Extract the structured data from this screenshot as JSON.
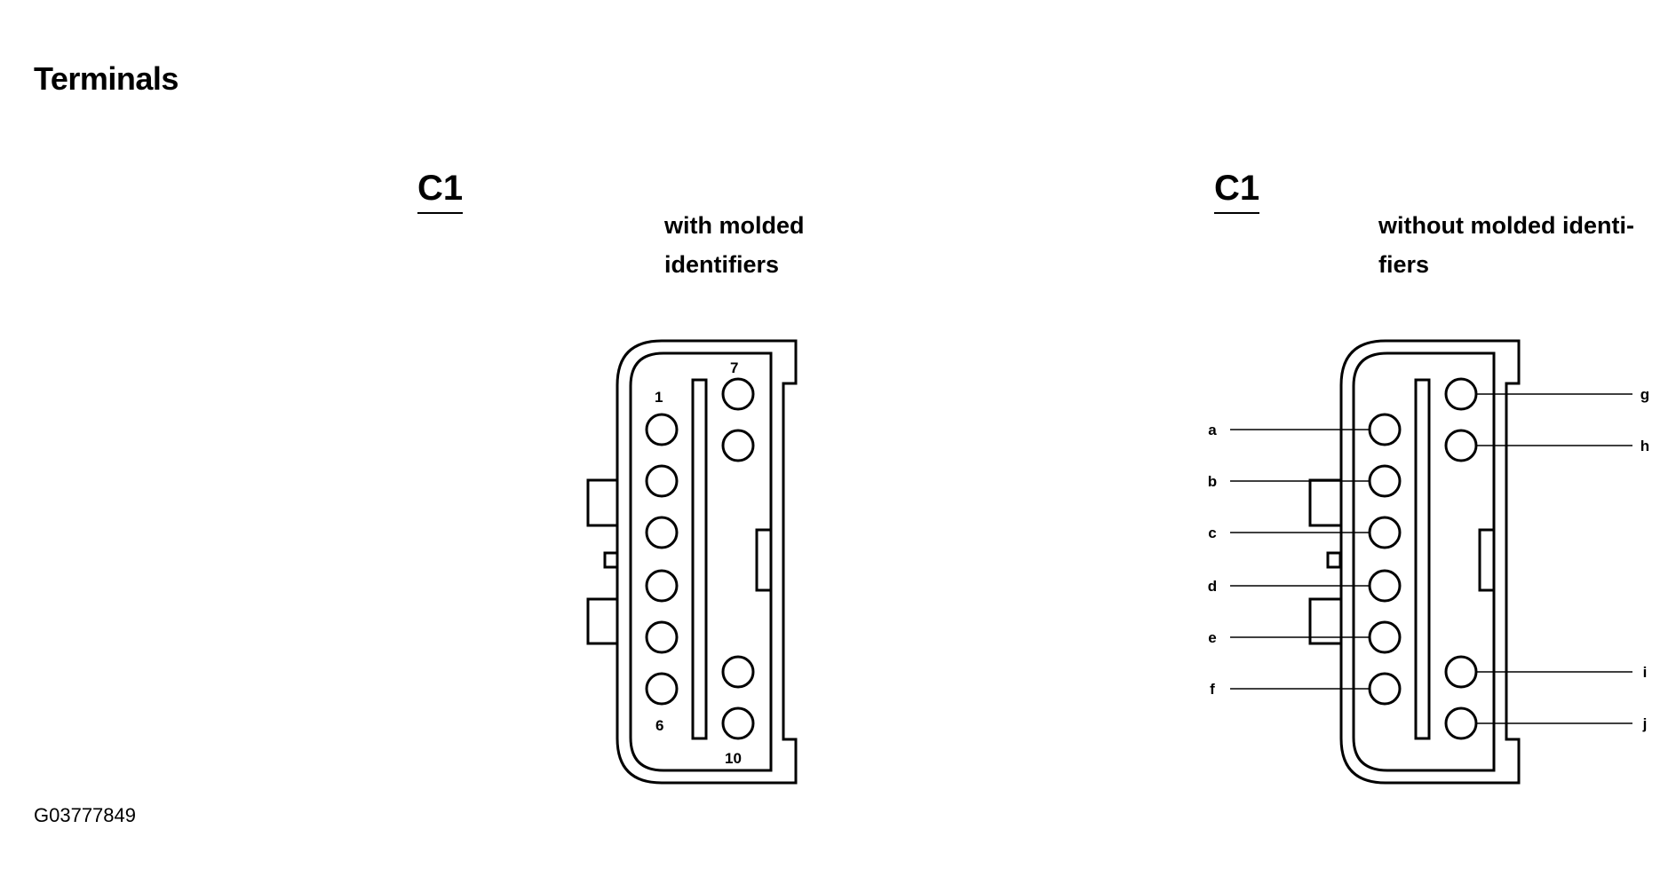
{
  "title": "Terminals",
  "figure_id": "G03777849",
  "connectors": [
    {
      "label": "C1",
      "caption_line1": "with molded",
      "caption_line2": "identifiers",
      "pin_labels": {
        "first_left": "1",
        "last_left": "6",
        "first_right": "7",
        "last_right": "10"
      }
    },
    {
      "label": "C1",
      "caption_line1": "without molded identi-",
      "caption_line2": "fiers",
      "left_pins": [
        "a",
        "b",
        "c",
        "d",
        "e",
        "f"
      ],
      "right_pins": [
        "g",
        "h",
        "i",
        "j"
      ]
    }
  ]
}
